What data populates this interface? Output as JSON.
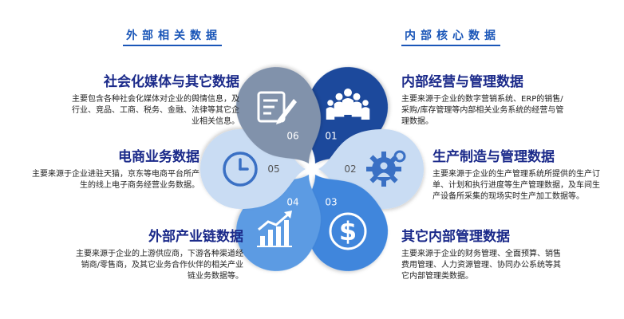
{
  "headers": {
    "external": "外部相关数据",
    "internal": "内部核心数据"
  },
  "petals": [
    {
      "number": "01",
      "icon": "people-group-icon",
      "color": "#1a4a9c"
    },
    {
      "number": "02",
      "icon": "gear-person-icon",
      "color": "#c9dcf3"
    },
    {
      "number": "03",
      "icon": "dollar-coin-icon",
      "color": "#3f86dc"
    },
    {
      "number": "04",
      "icon": "growth-chart-icon",
      "color": "#5b9be3"
    },
    {
      "number": "05",
      "icon": "clock-icon",
      "color": "#c9dcf3"
    },
    {
      "number": "06",
      "icon": "document-pen-icon",
      "color": "#8192ab"
    }
  ],
  "blocks": {
    "social": {
      "title": "社会化媒体与其它数据",
      "desc": "主要包含各种社会化媒体对企业的舆情信息，及行业、竞品、工商、税务、金融、法律等其它企业相关信息。"
    },
    "ecom": {
      "title": "电商业务数据",
      "desc": "主要来源于企业进驻天猫，京东等电商平台所产生的线上电子商务经营业务数据。"
    },
    "chain": {
      "title": "外部产业链数据",
      "desc": "主要来源于企业的上游供应商，下游各种渠道经销商/零售商，及其它业务合作伙伴的相关产业链业务数据等。"
    },
    "ops": {
      "title": "内部经营与管理数据",
      "desc": "主要来源于企业的数字营销系统、ERP的销售/采购/库存管理等内部相关业务系统的经营与管理数据。"
    },
    "prod": {
      "title": "生产制造与管理数据",
      "desc": "主要来源于企业的生产管理系统所提供的生产订单、计划和执行进度等生产管理数据，及车间生产设备所采集的现场实时生产加工数据等。"
    },
    "other": {
      "title": "其它内部管理数据",
      "desc": "主要来源于企业的财务管理、全面预算、销售费用管理、人力资源管理、协同办公系统等其它内部管理类数据。"
    }
  }
}
